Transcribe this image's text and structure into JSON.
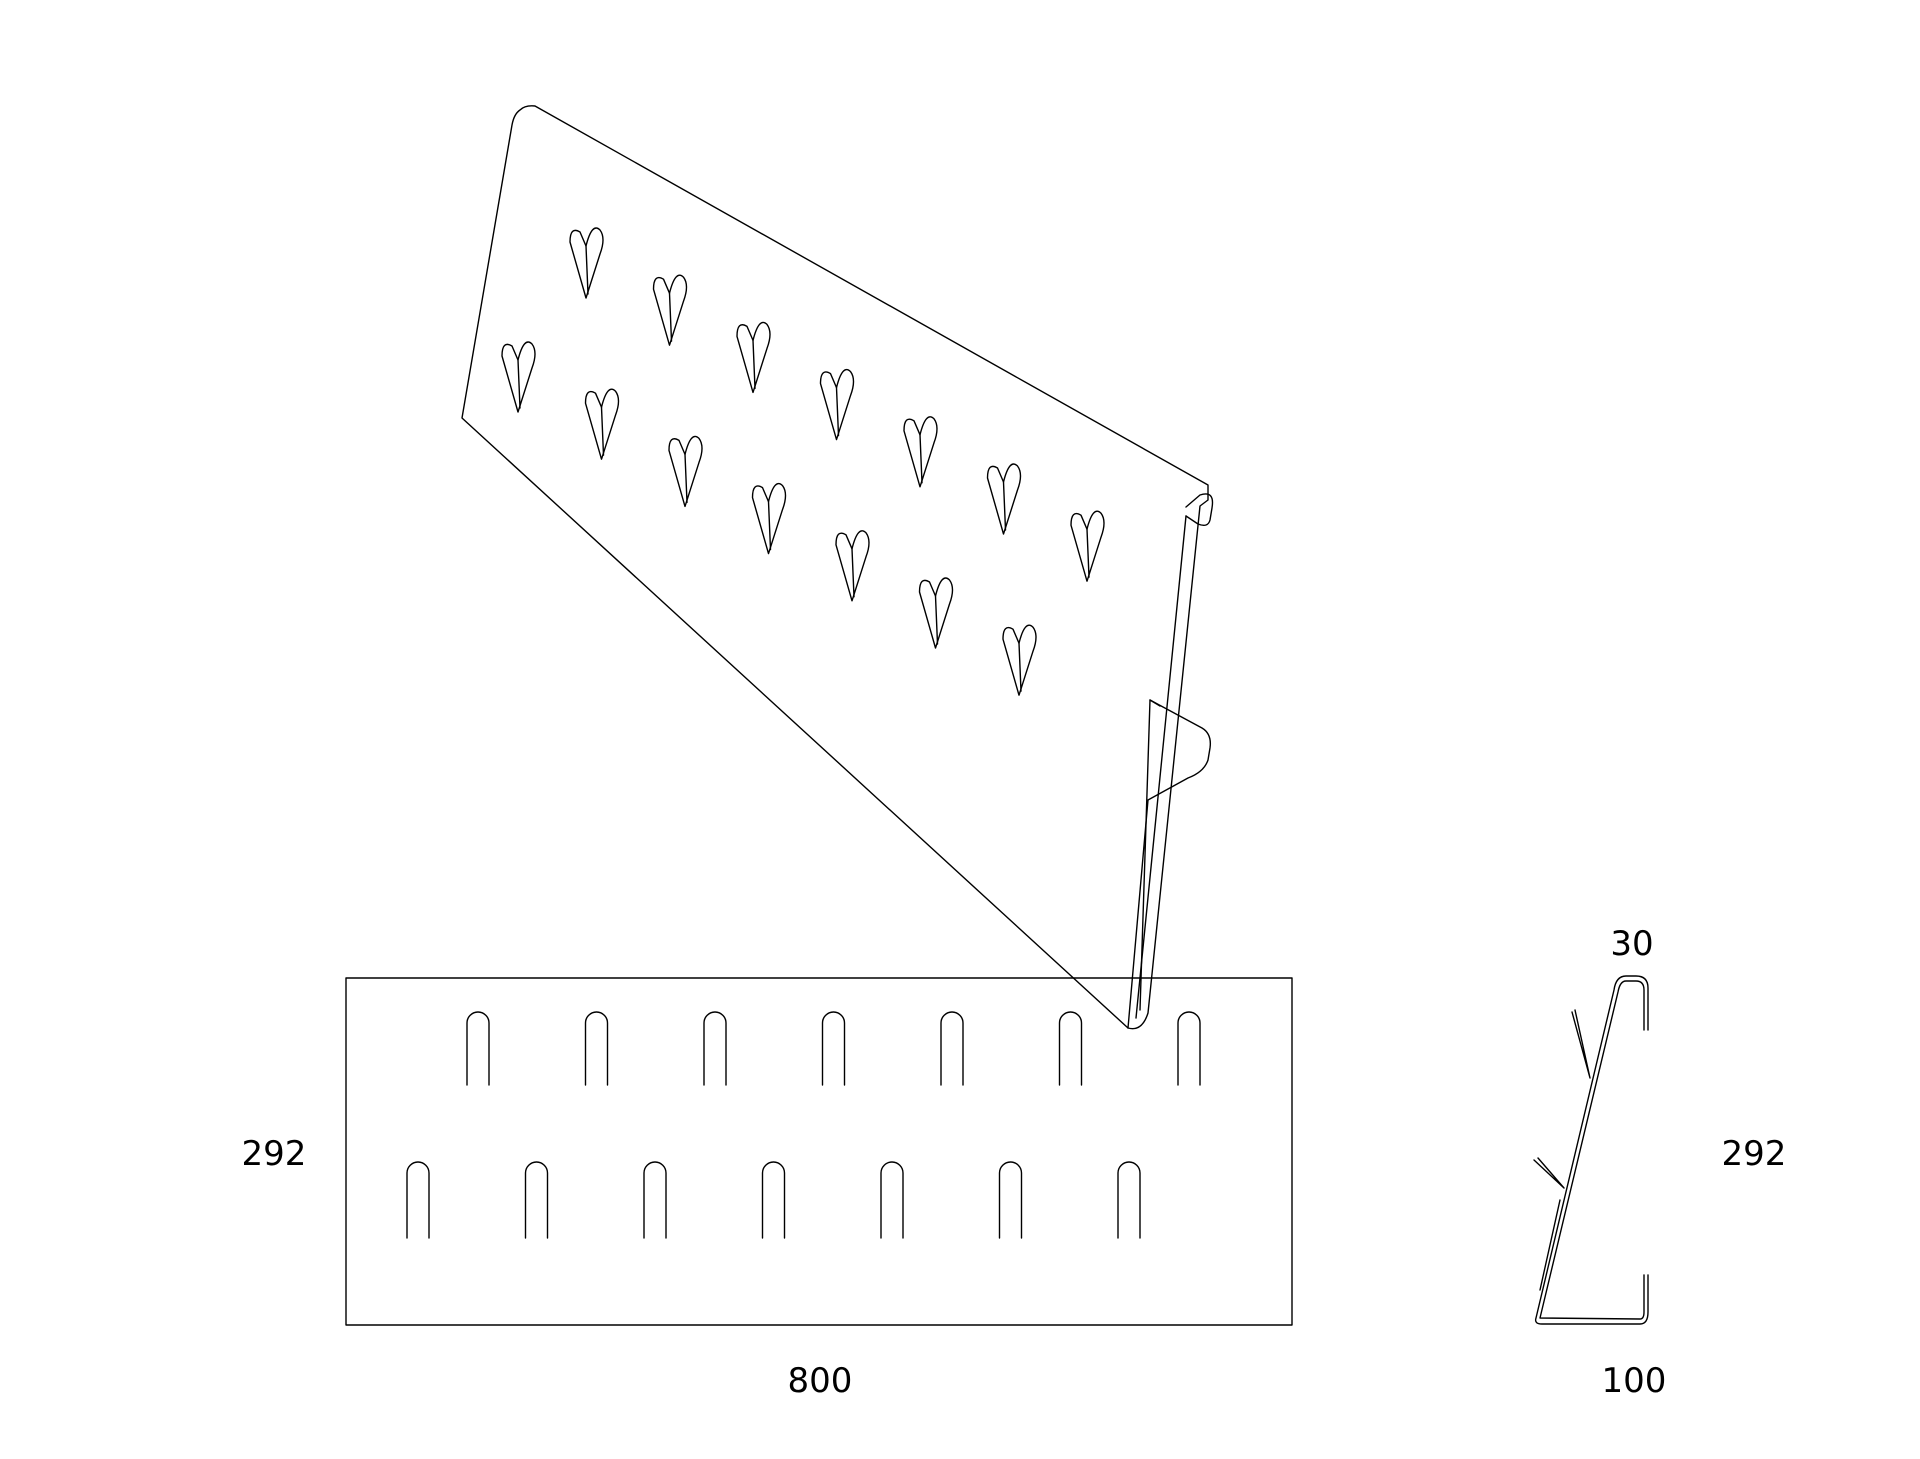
{
  "dimensions": {
    "front_width": "800",
    "front_height": "292",
    "side_top": "30",
    "side_height": "292",
    "side_depth": "100"
  }
}
